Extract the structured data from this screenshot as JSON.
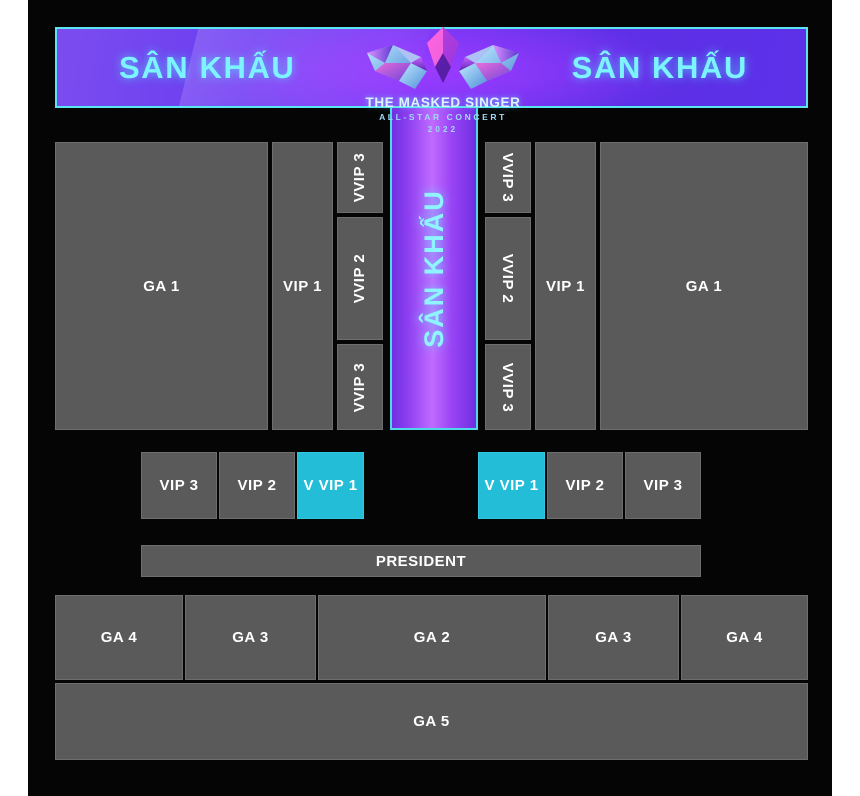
{
  "poster": {
    "background_color": "#050505",
    "block_color": "#5a5a5a",
    "highlight_color": "#24bdd8",
    "accent_color": "#7df3ff"
  },
  "banner": {
    "left_label": "SÂN KHẤU",
    "right_label": "SÂN KHẤU"
  },
  "logo": {
    "title": "THE MASKED SINGER",
    "subtitle": "ALL-STAR CONCERT",
    "year": "2022"
  },
  "runway": {
    "label": "SÂN KHẤU"
  },
  "upper_left": [
    {
      "label": "GA 1",
      "orientation": "horizontal",
      "highlight": false
    },
    {
      "label": "VIP 1",
      "orientation": "horizontal",
      "highlight": false
    },
    {
      "label": "VVIP 3",
      "orientation": "rot-ccw",
      "highlight": false
    },
    {
      "label": "VVIP 2",
      "orientation": "rot-ccw",
      "highlight": false
    },
    {
      "label": "VVIP 3",
      "orientation": "rot-ccw",
      "highlight": false
    }
  ],
  "upper_right": [
    {
      "label": "VVIP 3",
      "orientation": "rot-cw",
      "highlight": false
    },
    {
      "label": "VVIP 2",
      "orientation": "rot-cw",
      "highlight": false
    },
    {
      "label": "VVIP 3",
      "orientation": "rot-cw",
      "highlight": false
    },
    {
      "label": "VIP 1",
      "orientation": "horizontal",
      "highlight": false
    },
    {
      "label": "GA 1",
      "orientation": "horizontal",
      "highlight": false
    }
  ],
  "vip_row": [
    {
      "label": "VIP 3",
      "highlight": false
    },
    {
      "label": "VIP 2",
      "highlight": false
    },
    {
      "label": "V VIP 1",
      "highlight": true
    },
    {
      "label": "V VIP 1",
      "highlight": true
    },
    {
      "label": "VIP 2",
      "highlight": false
    },
    {
      "label": "VIP 3",
      "highlight": false
    }
  ],
  "president": {
    "label": "PRESIDENT"
  },
  "ga_row": [
    {
      "label": "GA 4",
      "highlight": false
    },
    {
      "label": "GA 3",
      "highlight": false
    },
    {
      "label": "GA 2",
      "highlight": false
    },
    {
      "label": "GA 3",
      "highlight": false
    },
    {
      "label": "GA 4",
      "highlight": false
    }
  ],
  "ga_bottom": {
    "label": "GA 5"
  }
}
